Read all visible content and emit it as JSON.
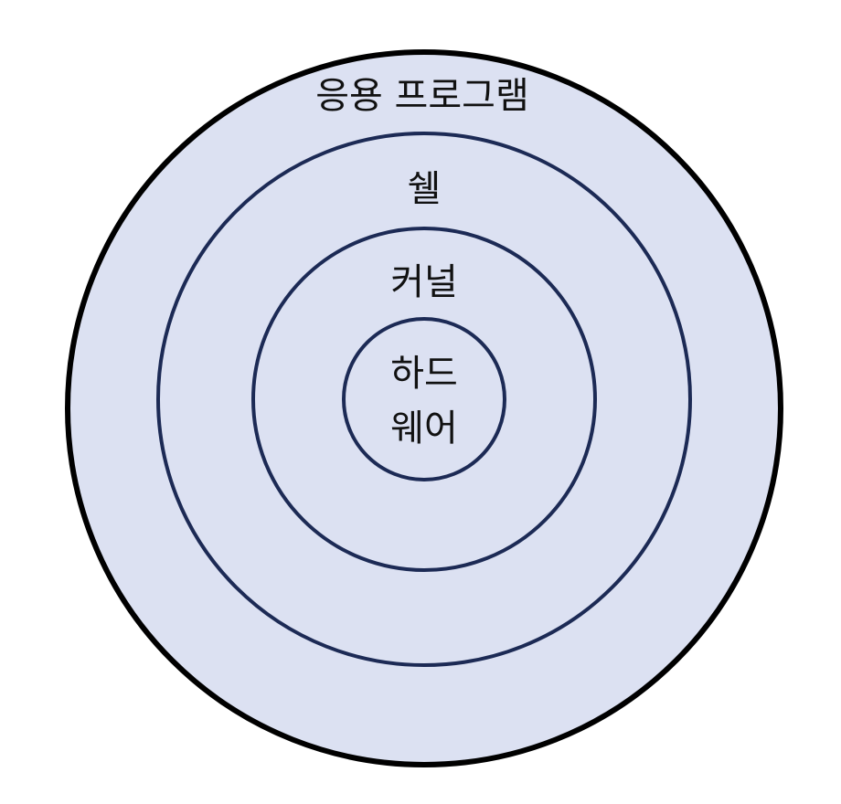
{
  "layers": {
    "application": {
      "label": "응용 프로그램"
    },
    "shell": {
      "label": "쉘"
    },
    "kernel": {
      "label": "커널"
    },
    "hardware": {
      "label_line1": "하드",
      "label_line2": "웨어"
    }
  },
  "colors": {
    "fill": "#dce1f2",
    "outer_stroke": "#000000",
    "inner_stroke": "#1c2a55",
    "text": "#111111"
  }
}
